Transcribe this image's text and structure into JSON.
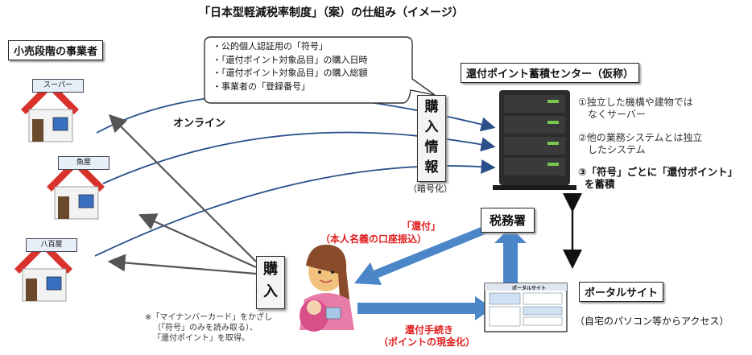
{
  "title": "「日本型軽減税率制度」（案）の仕組み（イメージ）",
  "retailers": {
    "label": "小売段階の事業者",
    "shops": [
      "スーパー",
      "魚屋",
      "八百屋"
    ]
  },
  "callout": {
    "items": [
      "・公的個人認証用の「符号」",
      "・「還付ポイント対象品目」の購入日時",
      "・「還付ポイント対象品目」の購入総額",
      "・事業者の「登録番号」"
    ]
  },
  "online_label": "オンライン",
  "purchase_info": {
    "chars": [
      "購",
      "入",
      "情",
      "報"
    ],
    "caption": "（暗号化）"
  },
  "purchase_box": {
    "chars": [
      "購",
      "入"
    ]
  },
  "center": {
    "label": "還付ポイント蓄積センター（仮称）",
    "items": [
      {
        "num": "①",
        "lines": [
          "独立した機構や建物では",
          "なくサーバー"
        ]
      },
      {
        "num": "②",
        "lines": [
          "他の業務システムとは独立",
          "したシステム"
        ]
      },
      {
        "num": "③",
        "lines": [
          "「符号」ごとに「還付ポイント」",
          "を蓄積"
        ]
      }
    ]
  },
  "tax_office": "税務署",
  "refund": {
    "line1": "「還付」",
    "line2": "（本人名義の口座振込）"
  },
  "portal": {
    "label": "ポータルサイト",
    "mini_title": "ポータルサイト",
    "caption": "（自宅のパソコン等からアクセス）"
  },
  "procedure": {
    "line1": "還付手続き",
    "line2": "（ポイントの現金化）"
  },
  "footnote": [
    "※「マイナンバーカード」をかざし",
    "（「符号」のみを読み取る）、",
    "「還付ポイント」を取得。"
  ],
  "colors": {
    "roof": "#d9312b",
    "house_wall": "#f2f2f2",
    "window": "#3a6fc0",
    "server": "#2b2b2b",
    "server_led": "#7ac74f",
    "blue_arrow": "#4a86c8",
    "red_text": "#e02020",
    "curve": "#2a4f8a"
  }
}
